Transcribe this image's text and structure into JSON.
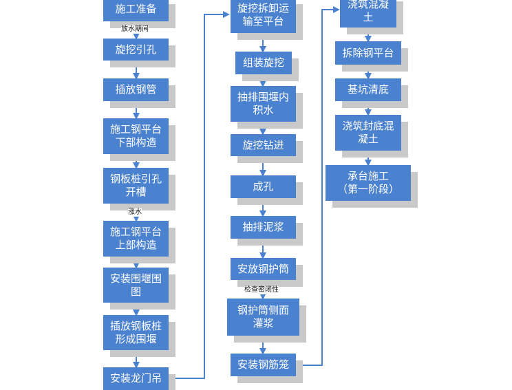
{
  "colors": {
    "node": "#4b82cf",
    "shadow": "#c9c9c9",
    "arrow": "#4b82cf"
  },
  "columns": {
    "left": [
      "施工准备",
      "旋挖引孔",
      "插放钢管",
      "施工钢平台\n下部构造",
      "钢板桩引孔\n开槽",
      "施工钢平台\n上部构造",
      "安装围堰围\n图",
      "插放钢板桩\n形成围堰",
      "安装龙门吊"
    ],
    "middle": [
      "旋挖拆卸运\n输至平台",
      "组装旋挖",
      "抽排围堰内\n积水",
      "旋挖钻进",
      "成孔",
      "抽排泥浆",
      "安放钢护筒",
      "钢护筒侧面\n灌浆",
      "安装钢筋笼"
    ],
    "right": [
      "浇筑混凝\n土",
      "拆除钢平台",
      "基坑清底",
      "浇筑封底混\n凝土",
      "承台施工\n（第一阶段）"
    ]
  },
  "edge_labels": {
    "drain": "放水期间",
    "rise": "涨水",
    "seal": "检查密闭性"
  }
}
